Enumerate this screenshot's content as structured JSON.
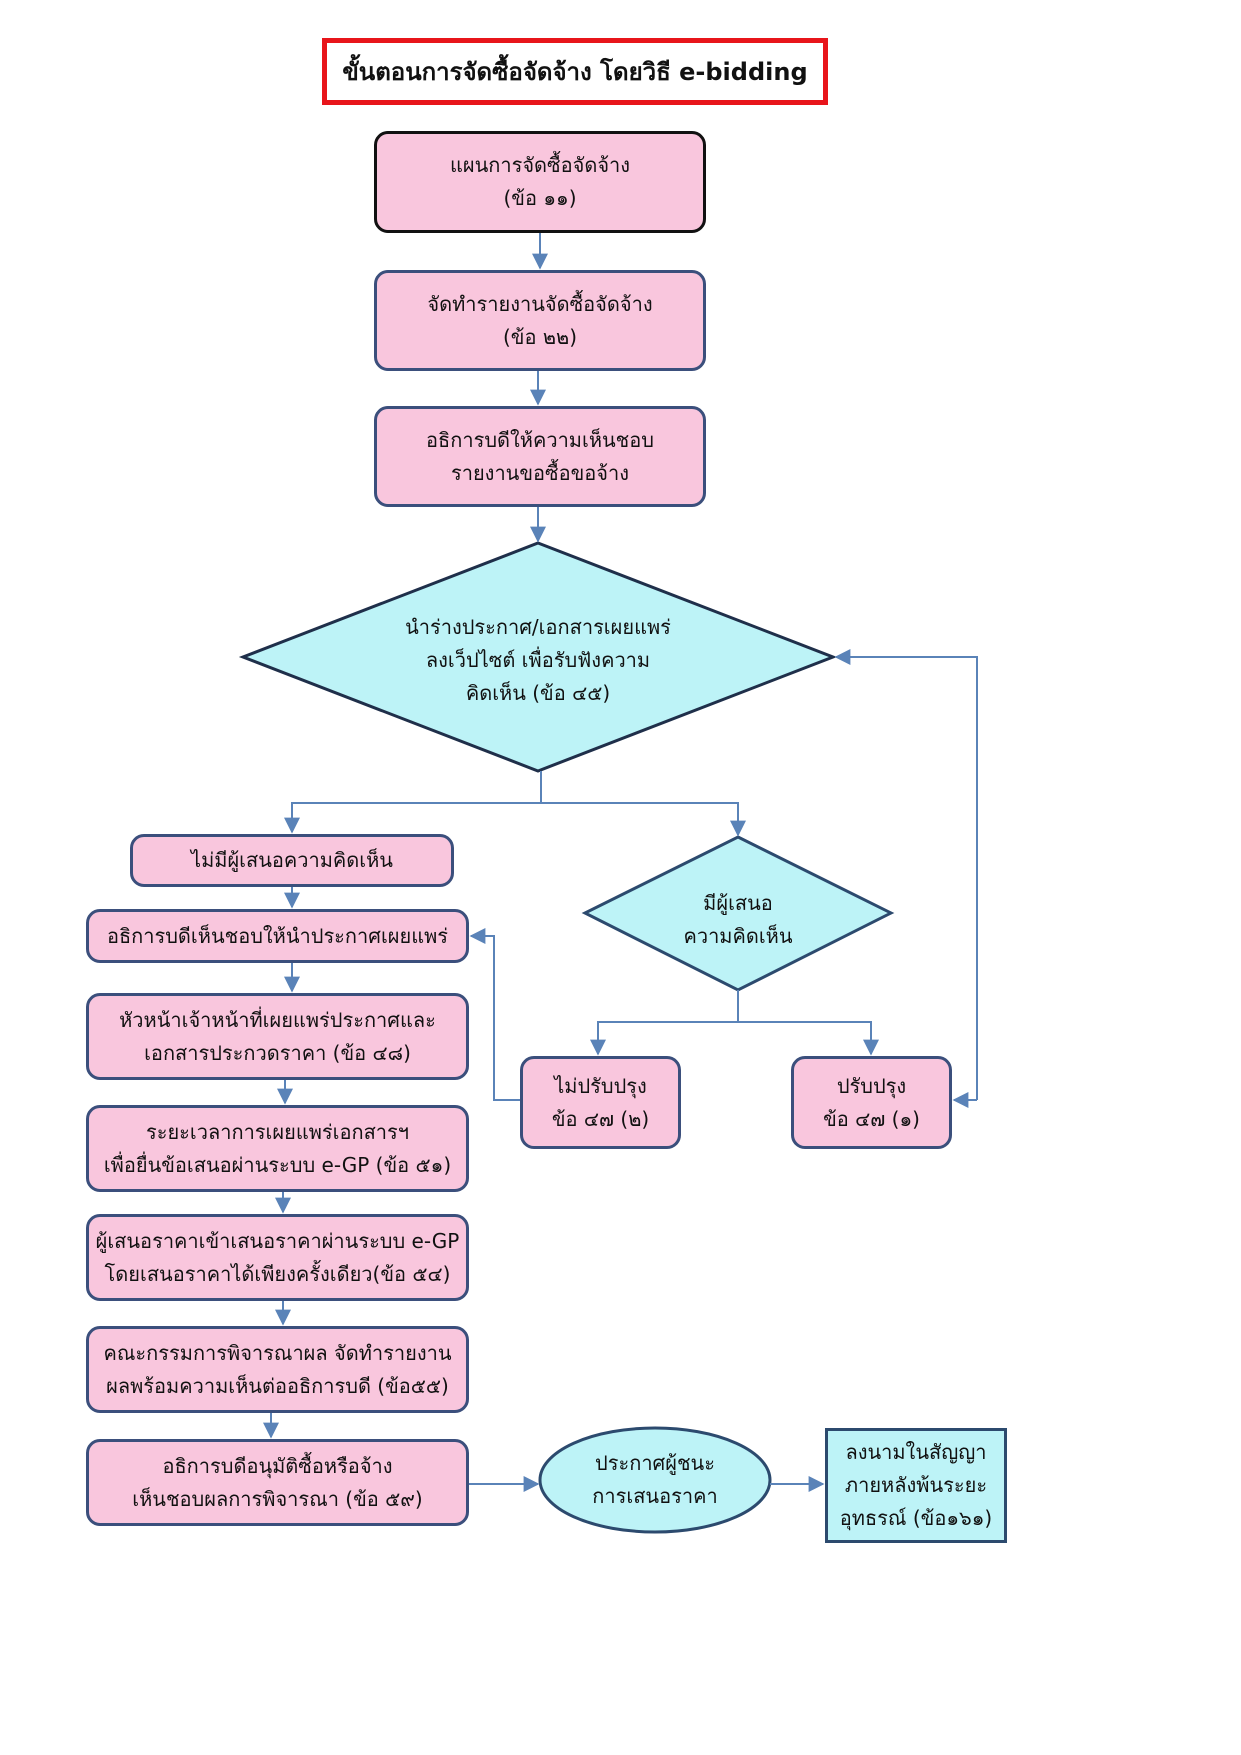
{
  "title": "ขั้นตอนการจัดซื้อจัดจ้าง โดยวิธี e-bidding",
  "steps": {
    "plan": [
      "แผนการจัดซื้อจัดจ้าง",
      "(ข้อ ๑๑)"
    ],
    "report": [
      "จัดทำรายงานจัดซื้อจัดจ้าง",
      "(ข้อ ๒๒)"
    ],
    "approve_report": [
      "อธิการบดีให้ความเห็นชอบ",
      "รายงานขอซื้อขอจ้าง"
    ],
    "publish_draft": [
      "นำร่างประกาศ/เอกสารเผยแพร่",
      "ลงเว็ปไซต์ เพื่อรับฟังความ",
      "คิดเห็น (ข้อ ๔๕)"
    ],
    "no_comment": [
      "ไม่มีผู้เสนอความคิดเห็น"
    ],
    "has_comment": [
      "มีผู้เสนอ",
      "ความคิดเห็น"
    ],
    "no_revise": [
      "ไม่ปรับปรุง",
      "ข้อ ๔๗ (๒)"
    ],
    "revise": [
      "ปรับปรุง",
      "ข้อ ๔๗ (๑)"
    ],
    "approve_publish": [
      "อธิการบดีเห็นชอบให้นำประกาศเผยแพร่"
    ],
    "head_publish": [
      "หัวหน้าเจ้าหน้าที่เผยแพร่ประกาศและ",
      "เอกสารประกวดราคา (ข้อ ๔๘)"
    ],
    "publish_period": [
      "ระยะเวลาการเผยแพร่เอกสารฯ",
      "เพื่อยื่นข้อเสนอผ่านระบบ e-GP (ข้อ ๕๑)"
    ],
    "bidding": [
      "ผู้เสนอราคาเข้าเสนอราคาผ่านระบบ e-GP",
      "โดยเสนอราคาได้เพียงครั้งเดียว(ข้อ ๕๔)"
    ],
    "committee": [
      "คณะกรรมการพิจารณาผล จัดทำรายงาน",
      "ผลพร้อมความเห็นต่ออธิการบดี (ข้อ๕๕)"
    ],
    "approve_purchase": [
      "อธิการบดีอนุมัติซื้อหรือจ้าง",
      "เห็นชอบผลการพิจารณา (ข้อ ๕๙)"
    ],
    "announce_winner": [
      "ประกาศผู้ชนะ",
      "การเสนอราคา"
    ],
    "sign_contract": [
      "ลงนามในสัญญา",
      "ภายหลังพ้นระยะ",
      "อุทธรณ์ (ข้อ๑๖๑)"
    ]
  },
  "colors": {
    "step_fill": "#f9c6dd",
    "decision_fill": "#bdf3f7",
    "title_border": "#e8151b",
    "connector": "#5a83b8"
  }
}
